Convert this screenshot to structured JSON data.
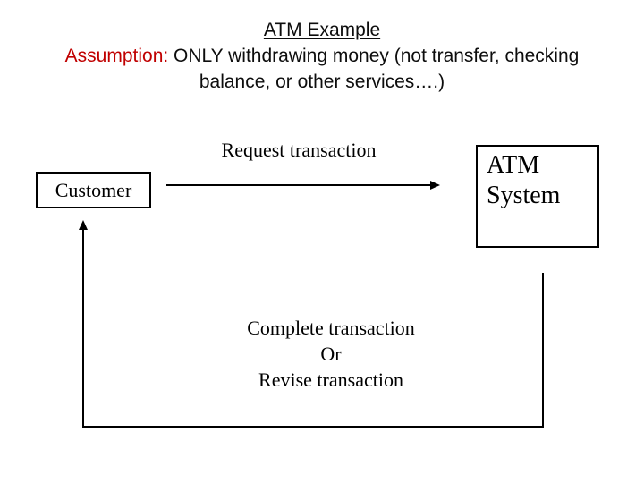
{
  "slide": {
    "title": "ATM Example",
    "assumption": {
      "label": "Assumption:",
      "line1": " ONLY withdrawing money (not transfer, checking",
      "line2": "balance, or other services….)"
    }
  },
  "diagram": {
    "request_label": "Request transaction",
    "customer_label": "Customer",
    "atm_label": "ATM\nSystem",
    "feedback_label": "Complete transaction\nOr\nRevise transaction"
  },
  "colors": {
    "accent": "#c00000",
    "ink": "#000000",
    "background": "#ffffff"
  }
}
